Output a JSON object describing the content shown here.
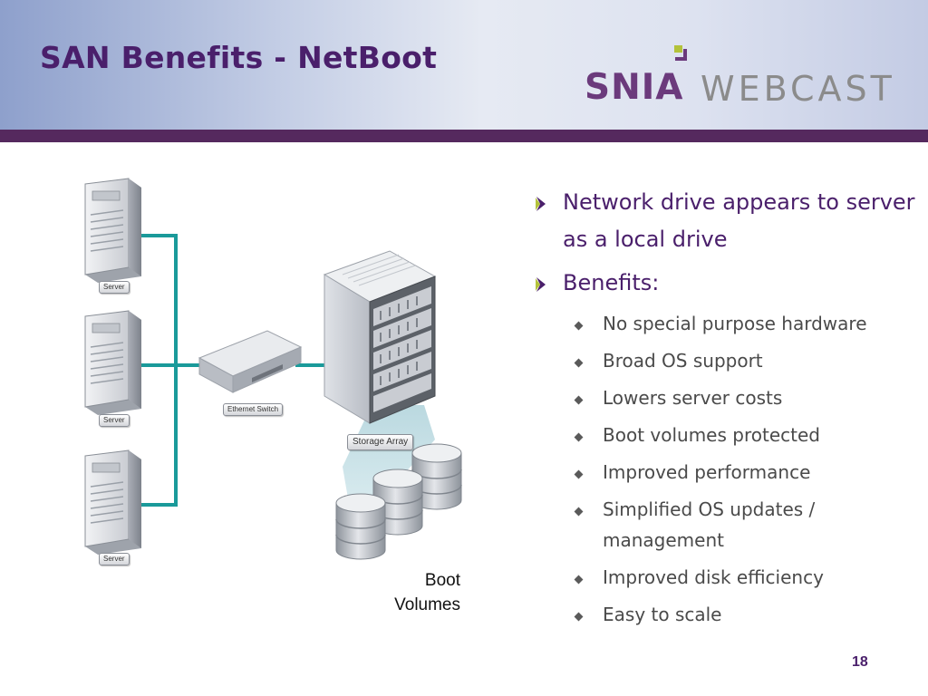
{
  "slide": {
    "title": "SAN Benefits - NetBoot",
    "page_number": "18"
  },
  "logo": {
    "left_text": "SNIA",
    "right_text": "WEBCAST",
    "colors": {
      "snia": "#6b3a7c",
      "webcast": "#8b8b8b",
      "mark": "#b3c23a"
    }
  },
  "diagram": {
    "servers": [
      {
        "label": "Server"
      },
      {
        "label": "Server"
      },
      {
        "label": "Server"
      }
    ],
    "switch_label": "Ethernet Switch",
    "storage_label": "Storage Array",
    "boot_volumes_label": "Boot\nVolumes",
    "link_color": "#1a9a9a"
  },
  "bullets": {
    "items": [
      {
        "text": "Network drive appears to server as a local drive"
      },
      {
        "text": "Benefits:"
      }
    ],
    "sub_items": [
      {
        "text": "No special purpose hardware"
      },
      {
        "text": "Broad OS support"
      },
      {
        "text": "Lowers server costs"
      },
      {
        "text": "Boot volumes protected"
      },
      {
        "text": "Improved performance"
      },
      {
        "text": "Simplified OS updates / management"
      },
      {
        "text": "Improved disk efficiency"
      },
      {
        "text": "Easy to scale"
      }
    ],
    "accent_color": "#4a1f6b"
  }
}
